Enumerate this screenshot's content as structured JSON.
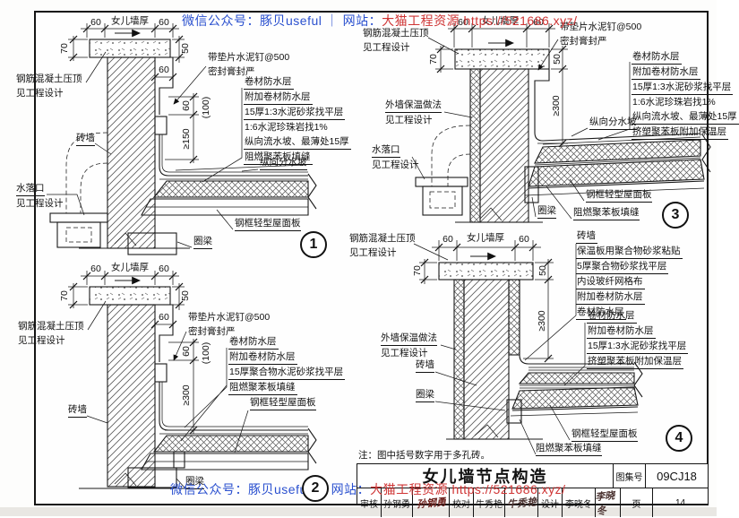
{
  "watermark": {
    "blue": "微信公众号：豚贝useful ｜ 网站：",
    "red": "大猫工程资源 https://521686.xyz/"
  },
  "note": "注：图中括号数字用于多孔砖。",
  "titleblock": {
    "title": "女儿墙节点构造",
    "atlas_label": "图集号",
    "atlas_no": "09CJ18",
    "page_label": "页",
    "page_no": "14",
    "review_label": "审核",
    "review_name": "孙钢勇",
    "review_sig": "孙钢勇",
    "check_label": "校对",
    "check_name": "牛秀艳",
    "check_sig": "牛秀艳",
    "design_label": "设计",
    "design_name": "李晓冬",
    "design_sig": "李晓冬"
  },
  "common": {
    "coping1": "钢筋混凝土压顶",
    "coping2": "见工程设计",
    "nail1": "带垫片水泥钉@500",
    "nail2": "密封膏封严",
    "brick": "砖墙",
    "drain1": "水落口",
    "drain2": "见工程设计",
    "ext1": "外墙保温做法",
    "ext2": "见工程设计",
    "panel": "钢框轻型屋面板",
    "ring": "圈梁",
    "slope": "纵向分水坡",
    "caulk": "阻燃聚苯板填缝",
    "wallthick": "女儿墙厚"
  },
  "dims": {
    "d60": "60",
    "d70": "70",
    "d50": "50",
    "d150": "≥150",
    "d300": "≥300",
    "d100": "(100)"
  },
  "d1": {
    "num": "1",
    "layers": [
      "卷材防水层",
      "附加卷材防水层",
      "15厚1:3水泥砂浆找平层",
      "1:6水泥珍珠岩找1%",
      "纵向流水坡、最薄处15厚",
      "阻燃聚苯板填缝"
    ]
  },
  "d2": {
    "num": "2",
    "layers": [
      "卷材防水层",
      "附加卷材防水层",
      "15厚聚合物水泥砂浆找平层",
      "阻燃聚苯板填缝"
    ]
  },
  "d3": {
    "num": "3",
    "layers": [
      "卷材防水层",
      "附加卷材防水层",
      "15厚1:3水泥砂浆找平层",
      "1:6水泥珍珠岩找1%",
      "纵向流水坡、最薄处15厚",
      "挤塑聚苯板附加保温层"
    ]
  },
  "d4": {
    "num": "4",
    "stackA": [
      "砖墙",
      "保温板用聚合物砂浆粘贴",
      "5厚聚合物砂浆找平层",
      "内设玻纤网格布",
      "附加卷材防水层",
      "卷材防水层"
    ],
    "stackB": [
      "卷材防水层",
      "附加卷材防水层",
      "15厚1:3水泥砂浆找平层",
      "挤塑聚苯板附加保温层"
    ]
  }
}
